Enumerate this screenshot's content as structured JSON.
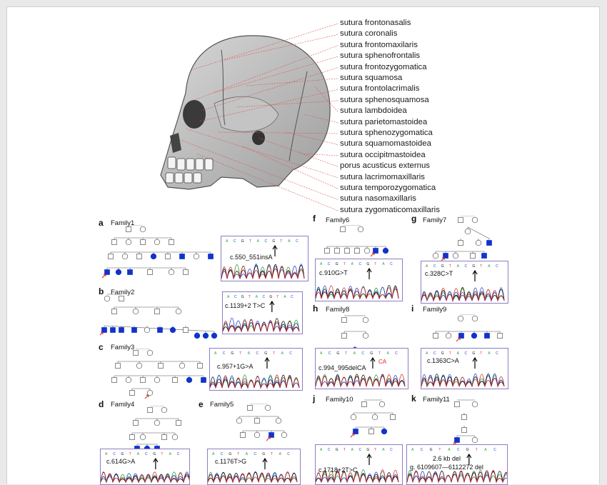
{
  "sutures": [
    "sutura frontonasalis",
    "sutura coronalis",
    "sutura frontomaxilaris",
    "sutura sphenofrontalis",
    "sutura frontozygomatica",
    "sutura squamosa",
    "sutura frontolacrimalis",
    "sutura sphenosquamosa",
    "sutura lambdoidea",
    "sutura parietomastoidea",
    "sutura sphenozygomatica",
    "sutura squamomastoidea",
    "sutura occipitmastoidea",
    "porus acusticus externus",
    "sutura lacrimomaxillaris",
    "sutura temporozygomatica",
    "sutura nasomaxillaris",
    "sutura zygomaticomaxillaris"
  ],
  "panels": {
    "a": {
      "letter": "a",
      "family": "Family1",
      "mutation": "c.550_551insA"
    },
    "b": {
      "letter": "b",
      "family": "Family2",
      "mutation": "c.1139+2 T>C"
    },
    "c": {
      "letter": "c",
      "family": "Family3",
      "mutation": "c.957+1G>A"
    },
    "d": {
      "letter": "d",
      "family": "Family4",
      "mutation": "c.614G>A"
    },
    "e": {
      "letter": "e",
      "family": "Family5",
      "mutation": "c.1176T>G"
    },
    "f": {
      "letter": "f",
      "family": "Family6",
      "mutation": "c.910G>T"
    },
    "g": {
      "letter": "g",
      "family": "Family7",
      "mutation": "c.328C>T"
    },
    "h": {
      "letter": "h",
      "family": "Family8",
      "mutation": "c.994_995delCA",
      "mark": "CA"
    },
    "i": {
      "letter": "i",
      "family": "Family9",
      "mutation": "c.1363C>A"
    },
    "j": {
      "letter": "j",
      "family": "Family10",
      "mutation": "c.1718+2T>C"
    },
    "k": {
      "letter": "k",
      "family": "Family11",
      "mutation": "2.6 kb del",
      "mutation2": "g. 6109607—6112272 del"
    }
  },
  "colors": {
    "affected": "#1133cc",
    "arrow": "#cc2222",
    "trace_frame": "#8c7ec4",
    "leader_lines": "#e05050"
  }
}
